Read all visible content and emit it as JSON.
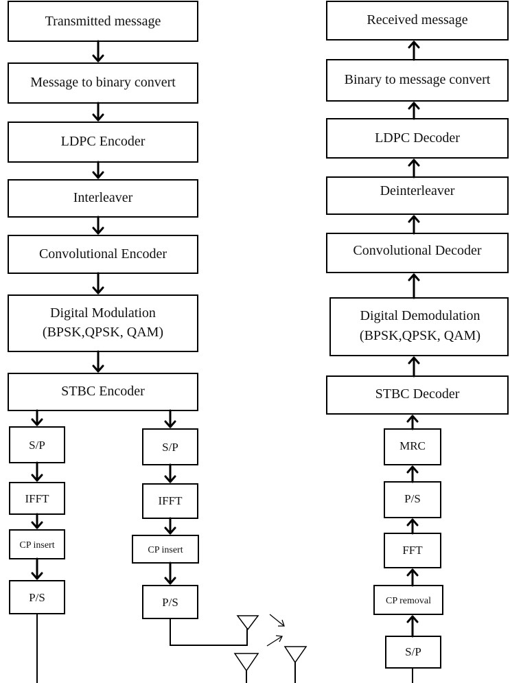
{
  "transmitter": {
    "message": "Transmitted message",
    "to_binary": "Message to binary convert",
    "ldpc": "LDPC Encoder",
    "interleaver": "Interleaver",
    "convolutional": "Convolutional Encoder",
    "modulation_line1": "Digital Modulation",
    "modulation_line2": "(BPSK,QPSK, QAM)",
    "stbc": "STBC Encoder",
    "branch1": {
      "sp": "S/P",
      "ifft": "IFFT",
      "cp": "CP insert",
      "ps": "P/S"
    },
    "branch2": {
      "sp": "S/P",
      "ifft": "IFFT",
      "cp": "CP insert",
      "ps": "P/S"
    }
  },
  "receiver": {
    "message": "Received message",
    "to_message": "Binary to message convert",
    "ldpc": "LDPC Decoder",
    "deinterleaver": "Deinterleaver",
    "convolutional": "Convolutional Decoder",
    "demodulation_line1": "Digital Demodulation",
    "demodulation_line2": "(BPSK,QPSK, QAM)",
    "stbc": "STBC Decoder",
    "mrc": "MRC",
    "ps": "P/S",
    "fft": "FFT",
    "cp": "CP removal",
    "sp": "S/P"
  }
}
